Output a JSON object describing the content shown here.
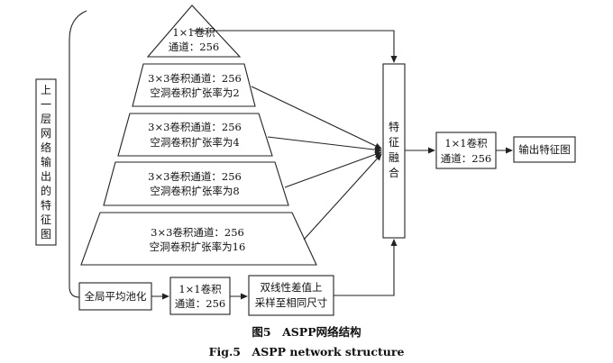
{
  "input_label": [
    "上",
    "一",
    "层",
    "网",
    "络",
    "输",
    "出",
    "的",
    "特",
    "征",
    "图"
  ],
  "branches": [
    {
      "line1": "1×1卷积",
      "line2": "通道：256"
    },
    {
      "line1": "3×3卷积通道：256",
      "line2": "空洞卷积扩张率为2"
    },
    {
      "line1": "3×3卷积通道：256",
      "line2": "空洞卷积扩张率为4"
    },
    {
      "line1": "3×3卷积通道：256",
      "line2": "空洞卷积扩张率为8"
    },
    {
      "line1": "3×3卷积通道：256",
      "line2": "空洞卷积扩张率为16"
    }
  ],
  "pool_branch": {
    "global_pool": "全局平均池化",
    "conv_line1": "1×1卷积",
    "conv_line2": "通道：256",
    "upsample_line1": "双线性差值上",
    "upsample_line2": "采样至相同尺寸"
  },
  "fusion_label": [
    "特",
    "征",
    "融",
    "合"
  ],
  "post_conv": {
    "line1": "1×1卷积",
    "line2": "通道：256"
  },
  "output_label": "输出特征图",
  "caption_cn": "图5　ASPP网络结构",
  "caption_en": "Fig.5　ASPP network structure"
}
